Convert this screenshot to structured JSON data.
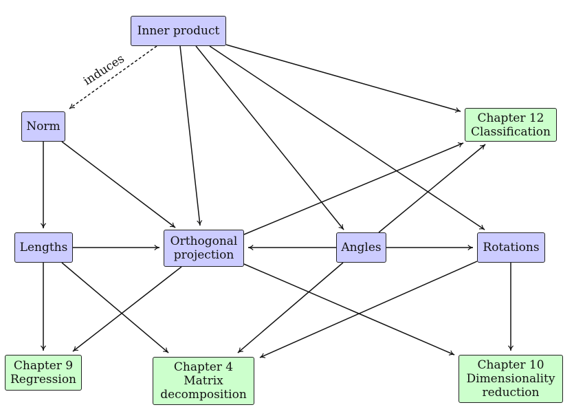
{
  "diagram": {
    "colors": {
      "concept_fill": "#ccccff",
      "chapter_fill": "#ccffcc",
      "border": "#222222",
      "edge": "#111111"
    },
    "nodes": [
      {
        "id": "inner-product",
        "label": "Inner product",
        "kind": "concept"
      },
      {
        "id": "norm",
        "label": "Norm",
        "kind": "concept"
      },
      {
        "id": "lengths",
        "label": "Lengths",
        "kind": "concept"
      },
      {
        "id": "orthogonal-projection",
        "label": "Orthogonal\nprojection",
        "kind": "concept"
      },
      {
        "id": "angles",
        "label": "Angles",
        "kind": "concept"
      },
      {
        "id": "rotations",
        "label": "Rotations",
        "kind": "concept"
      },
      {
        "id": "chapter-12",
        "label": "Chapter 12\nClassification",
        "kind": "chapter"
      },
      {
        "id": "chapter-9",
        "label": "Chapter 9\nRegression",
        "kind": "chapter"
      },
      {
        "id": "chapter-4",
        "label": "Chapter 4\nMatrix\ndecomposition",
        "kind": "chapter"
      },
      {
        "id": "chapter-10",
        "label": "Chapter 10\nDimensionality\nreduction",
        "kind": "chapter"
      }
    ],
    "edges": [
      {
        "from": "inner-product",
        "to": "norm",
        "style": "dashed",
        "label": "induces"
      },
      {
        "from": "inner-product",
        "to": "orthogonal-projection",
        "style": "solid"
      },
      {
        "from": "inner-product",
        "to": "angles",
        "style": "solid"
      },
      {
        "from": "inner-product",
        "to": "rotations",
        "style": "solid"
      },
      {
        "from": "inner-product",
        "to": "chapter-12",
        "style": "solid"
      },
      {
        "from": "norm",
        "to": "lengths",
        "style": "solid"
      },
      {
        "from": "norm",
        "to": "orthogonal-projection",
        "style": "solid"
      },
      {
        "from": "lengths",
        "to": "orthogonal-projection",
        "style": "solid"
      },
      {
        "from": "lengths",
        "to": "chapter-9",
        "style": "solid"
      },
      {
        "from": "lengths",
        "to": "chapter-4",
        "style": "solid"
      },
      {
        "from": "angles",
        "to": "orthogonal-projection",
        "style": "solid"
      },
      {
        "from": "angles",
        "to": "rotations",
        "style": "solid"
      },
      {
        "from": "angles",
        "to": "chapter-12",
        "style": "solid"
      },
      {
        "from": "angles",
        "to": "chapter-4",
        "style": "solid"
      },
      {
        "from": "orthogonal-projection",
        "to": "chapter-12",
        "style": "solid"
      },
      {
        "from": "orthogonal-projection",
        "to": "chapter-9",
        "style": "solid"
      },
      {
        "from": "orthogonal-projection",
        "to": "chapter-10",
        "style": "solid"
      },
      {
        "from": "rotations",
        "to": "chapter-4",
        "style": "solid"
      },
      {
        "from": "rotations",
        "to": "chapter-10",
        "style": "solid"
      }
    ]
  }
}
